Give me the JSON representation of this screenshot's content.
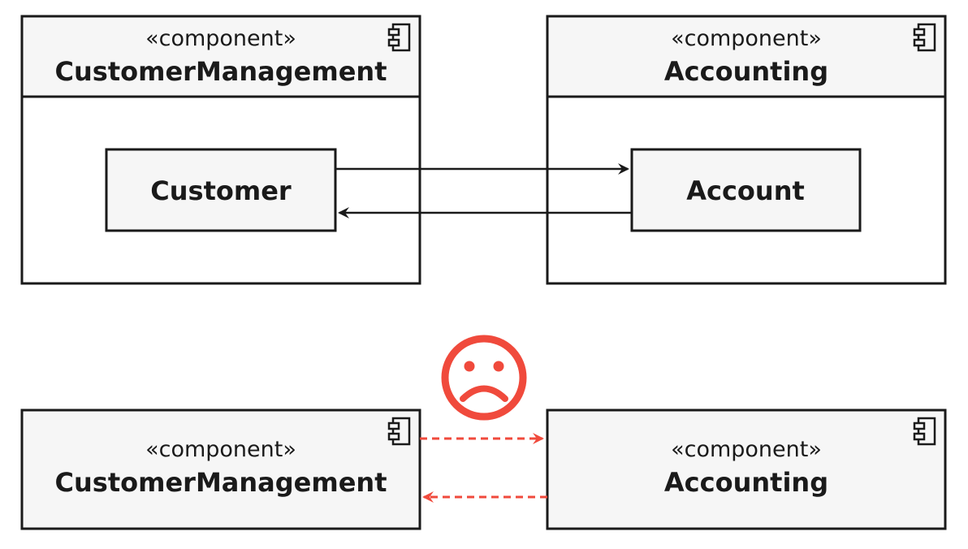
{
  "top": {
    "left_component": {
      "stereotype": "«component»",
      "name": "CustomerManagement",
      "inner": "Customer"
    },
    "right_component": {
      "stereotype": "«component»",
      "name": "Accounting",
      "inner": "Account"
    }
  },
  "bottom": {
    "left_component": {
      "stereotype": "«component»",
      "name": "CustomerManagement"
    },
    "right_component": {
      "stereotype": "«component»",
      "name": "Accounting"
    }
  },
  "colors": {
    "stroke": "#1a1a1a",
    "fill": "#f6f6f6",
    "warning": "#f04a3c"
  },
  "icons": {
    "component": "component-icon",
    "sad_face": "sad-face-icon"
  }
}
